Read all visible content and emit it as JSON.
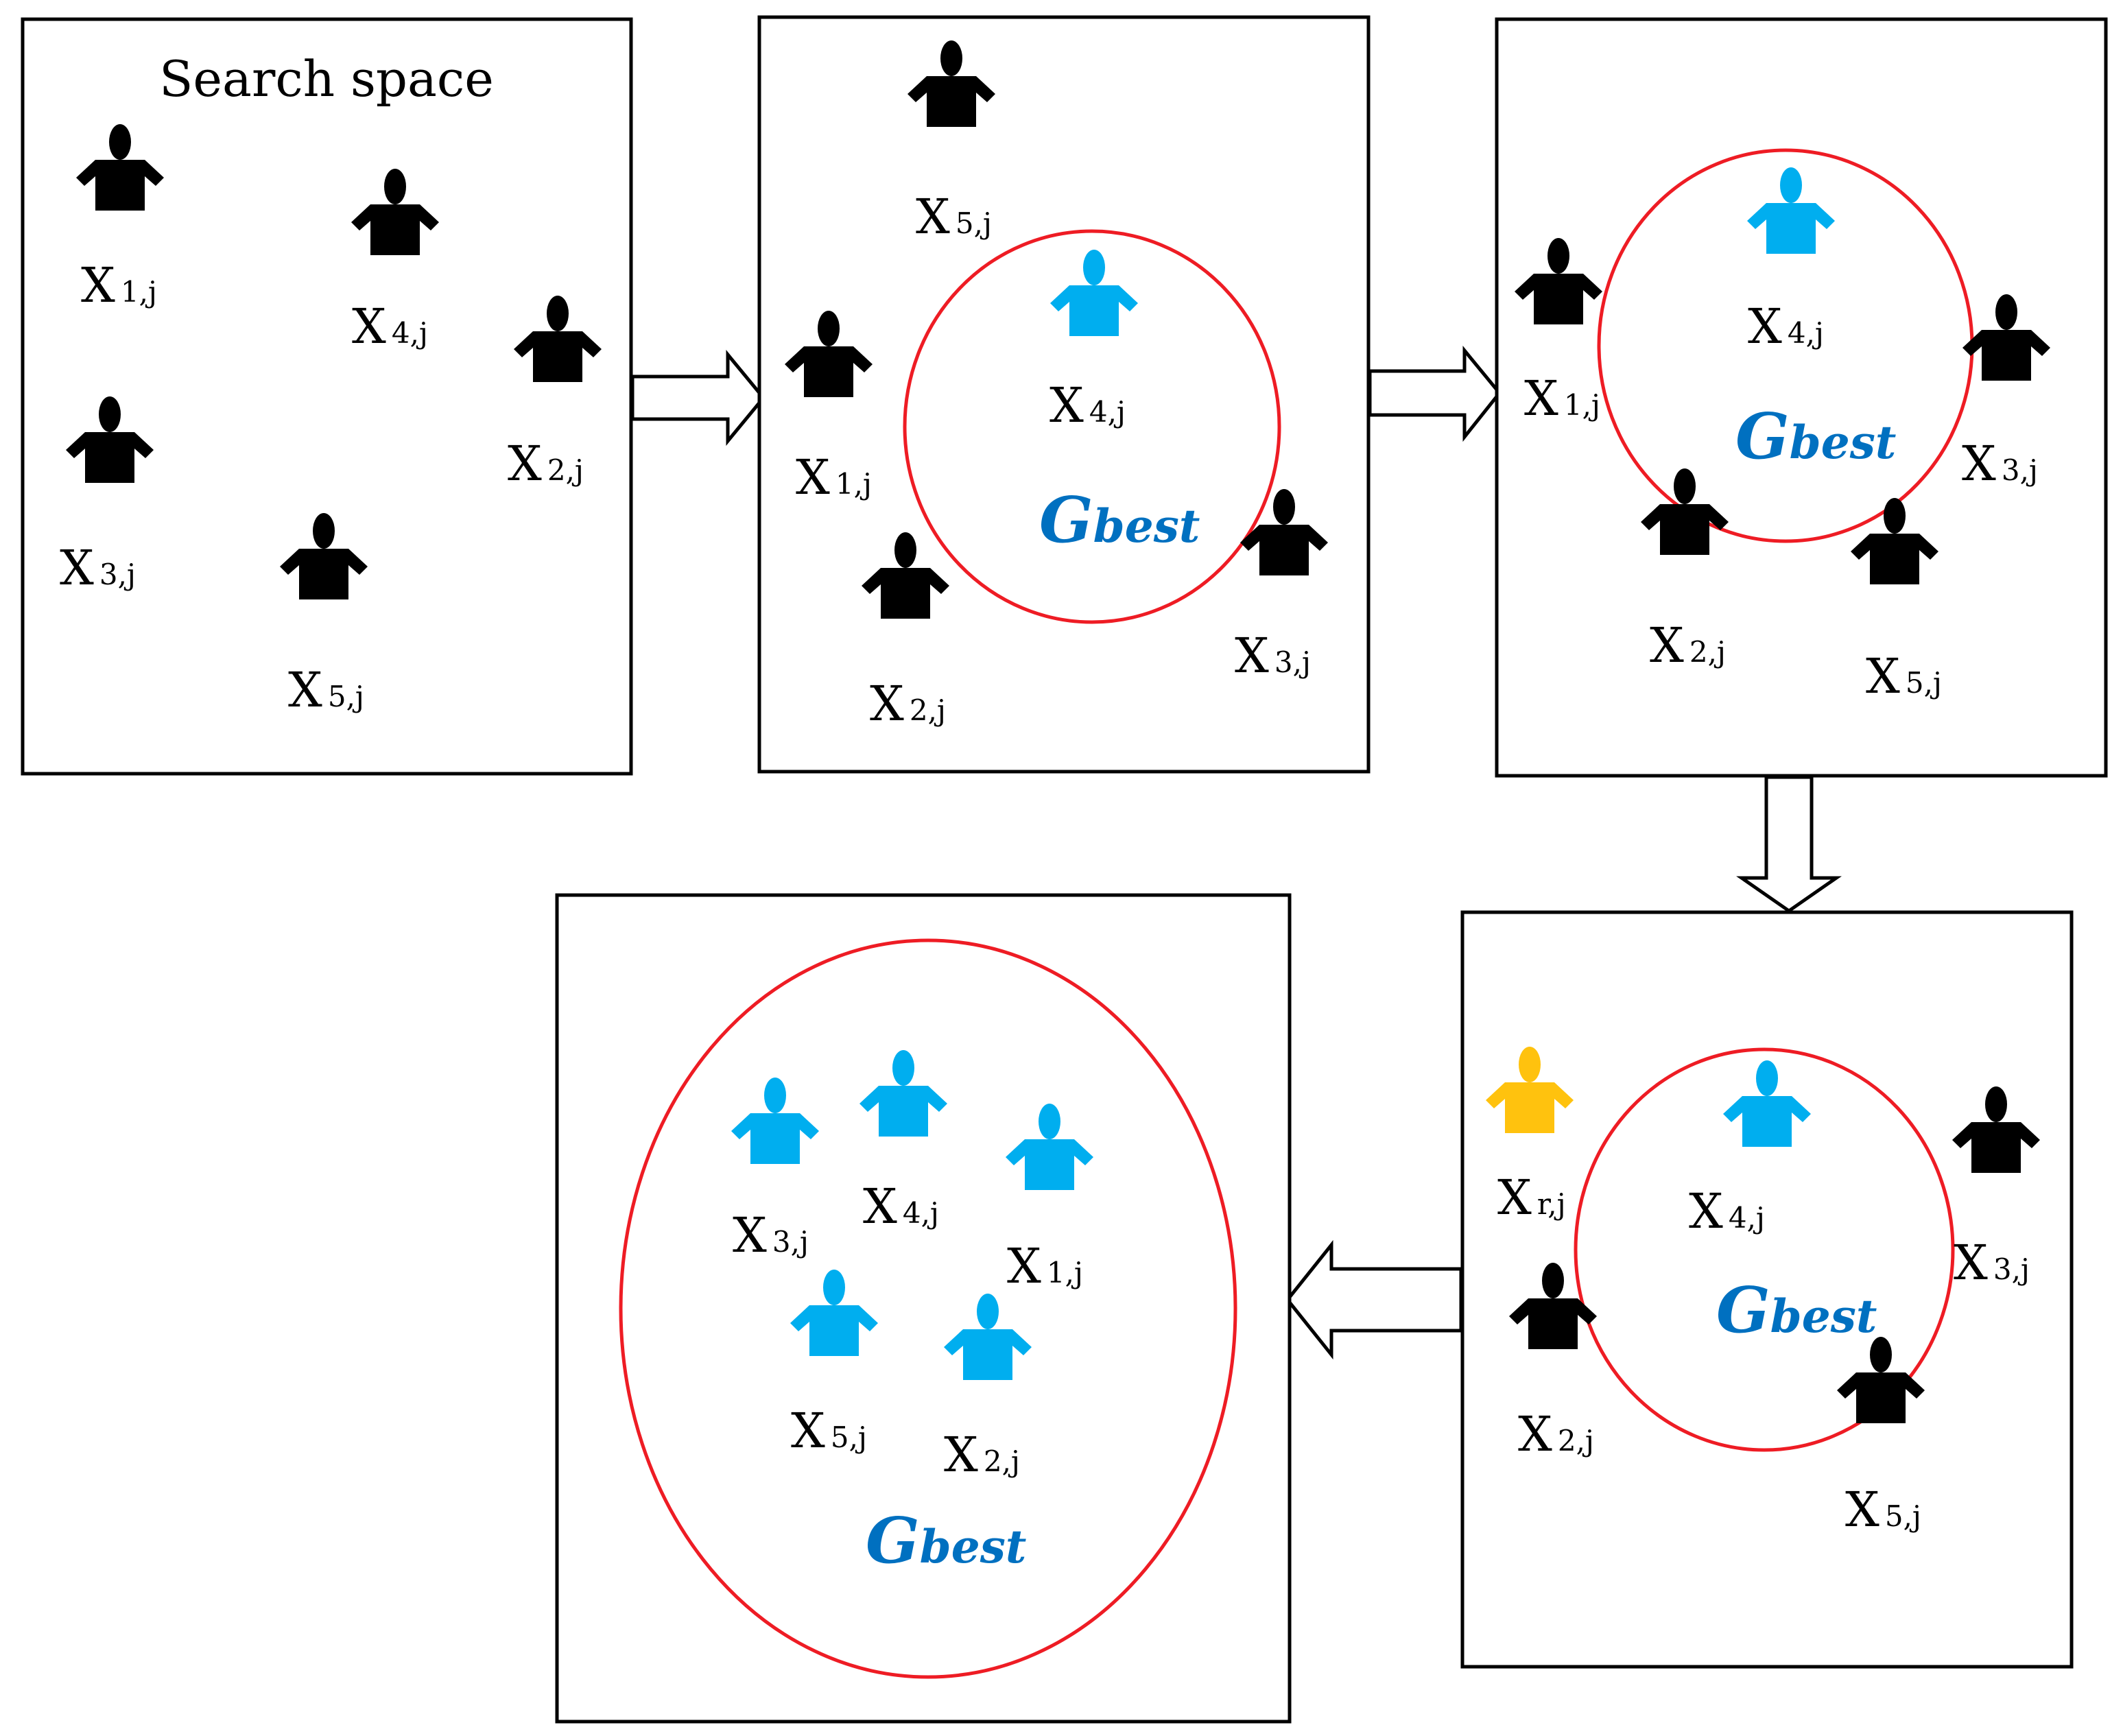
{
  "colors": {
    "person_default": "#000000",
    "person_best": "#00aeef",
    "person_random": "#ffc20e",
    "gbest_text": "#0070c0",
    "circle": "#ee1c24"
  },
  "icons": {
    "person": "person-silhouette-icon",
    "arrow": "hollow-block-arrow"
  },
  "search_space_title": "Search space",
  "gbest_label": {
    "G": "G",
    "rest": "best"
  },
  "labels": {
    "main": "X",
    "x1": "1,j",
    "x2": "2,j",
    "x3": "3,j",
    "x4": "4,j",
    "x5": "5,j",
    "xr": "r,j"
  }
}
